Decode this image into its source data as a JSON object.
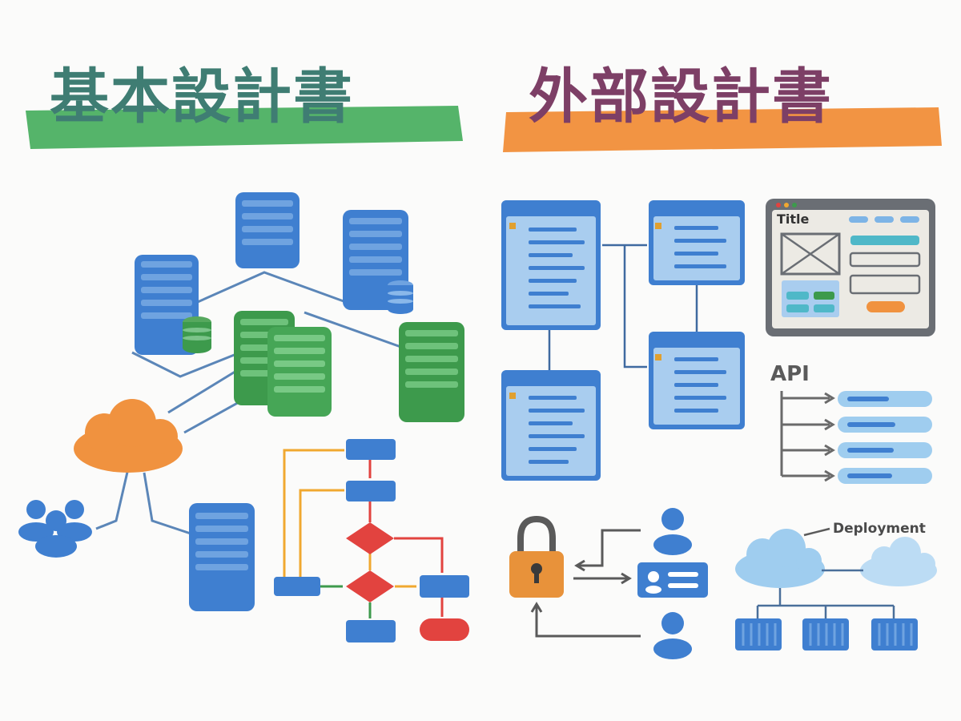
{
  "titles": {
    "left": "基本設計書",
    "right": "外部設計書"
  },
  "labels": {
    "api": "API",
    "deployment": "Deployment",
    "wireframe_title": "Title"
  },
  "colors": {
    "server_blue": "#3f7fd0",
    "server_green": "#3d9a4c",
    "cloud_orange": "#f0923f",
    "banner_green": "#55b46a",
    "banner_orange": "#f29443",
    "table_blue": "#7db4e6",
    "flow_red": "#e2433f",
    "flow_yellow": "#f0a830",
    "lock_orange": "#e8923a"
  }
}
